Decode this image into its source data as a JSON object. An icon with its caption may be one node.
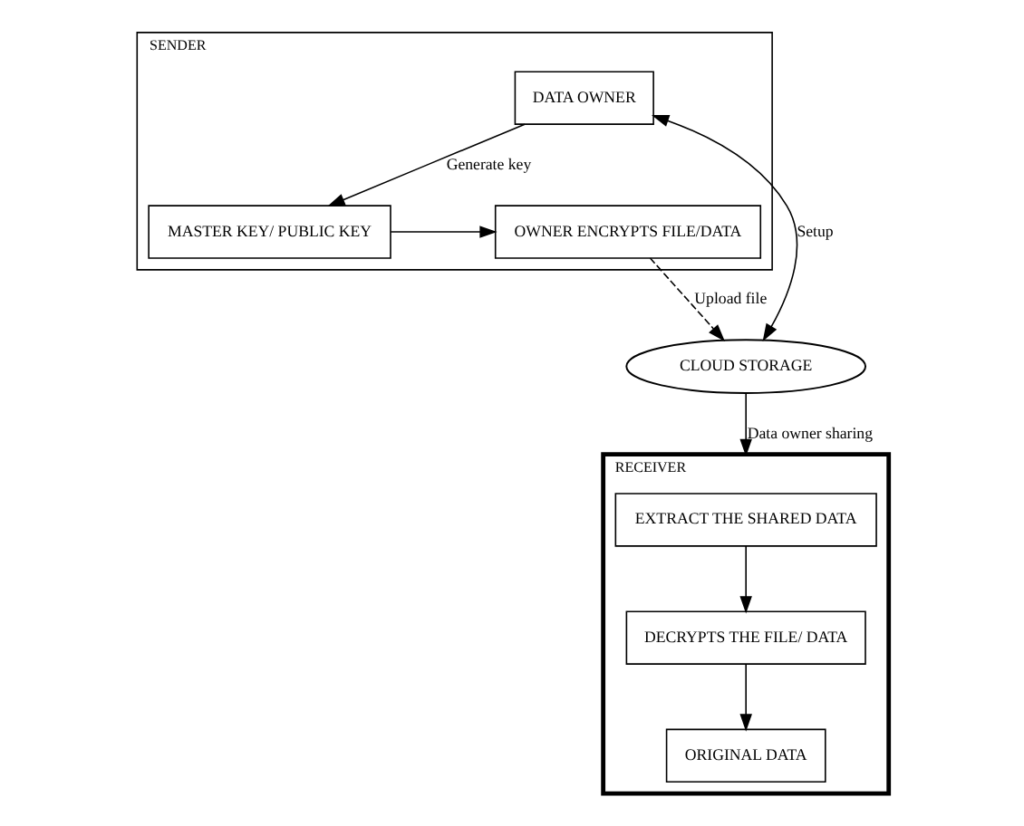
{
  "diagram": {
    "nodes": [
      {
        "text": [
          "SENDER"
        ]
      },
      {
        "text": [
          "DATA OWNER"
        ],
        "in": 0
      },
      {
        "text": [
          "MASTER KEY/ PUBLIC KEY"
        ],
        "in": 0
      },
      {
        "text": [
          "OWNER ENCRYPTS FILE/DATA"
        ],
        "in": 0
      },
      {
        "text": [
          "CLOUD STORAGE"
        ]
      },
      {
        "text": [
          "RECEIVER"
        ]
      },
      {
        "text": [
          "EXTRACT THE SHARED DATA"
        ],
        "in": 5
      },
      {
        "text": [
          "DECRYPTS THE FILE/ DATA"
        ],
        "in": 5
      },
      {
        "text": [
          "ORIGINAL DATA"
        ],
        "in": 5
      }
    ],
    "edges": [
      {
        "from": 1,
        "to": 4,
        "arrow": "both",
        "label": "Setup"
      },
      {
        "from": 1,
        "to": 2,
        "arrow": "to",
        "label": "Generate key"
      },
      {
        "from": 2,
        "to": 3,
        "arrow": "to"
      },
      {
        "from": 3,
        "to": 4,
        "arrow": "to",
        "label": "Upload file",
        "style": "dashed"
      },
      {
        "from": 4,
        "to": 5,
        "arrow": "to",
        "label": "Data owner sharing"
      },
      {
        "from": 6,
        "to": 7,
        "arrow": "to"
      },
      {
        "from": 7,
        "to": 8,
        "arrow": "to"
      }
    ]
  }
}
